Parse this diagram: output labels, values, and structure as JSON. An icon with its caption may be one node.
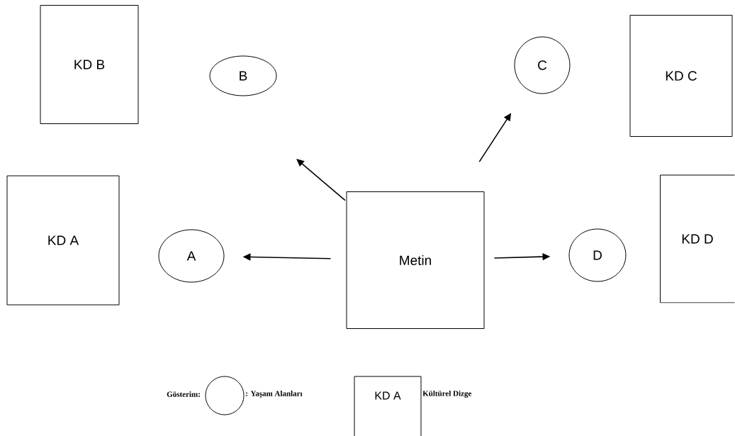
{
  "diagram": {
    "nodes": [
      {
        "text": [
          "KD B"
        ]
      },
      {
        "text": [
          "B"
        ]
      },
      {
        "text": [
          "C"
        ]
      },
      {
        "text": [
          "KD C"
        ]
      },
      {
        "text": [
          "KD A"
        ]
      },
      {
        "text": [
          "A"
        ]
      },
      {
        "text": [
          "Metin"
        ]
      },
      {
        "text": [
          "D"
        ]
      },
      {
        "text": [
          "KD D"
        ]
      }
    ],
    "edges": [
      {
        "from": 6,
        "to": null,
        "arrow": "to"
      },
      {
        "from": 6,
        "to": 2,
        "arrow": "to"
      },
      {
        "from": 6,
        "to": 5,
        "arrow": "to"
      },
      {
        "from": 6,
        "to": 7,
        "arrow": "to"
      }
    ],
    "labels": [
      "Gösterim:",
      "KD A"
    ],
    "legend": [
      {
        "text": ": Yaşam Alanları"
      },
      {
        "text": "Kültürel Dizge"
      }
    ]
  }
}
